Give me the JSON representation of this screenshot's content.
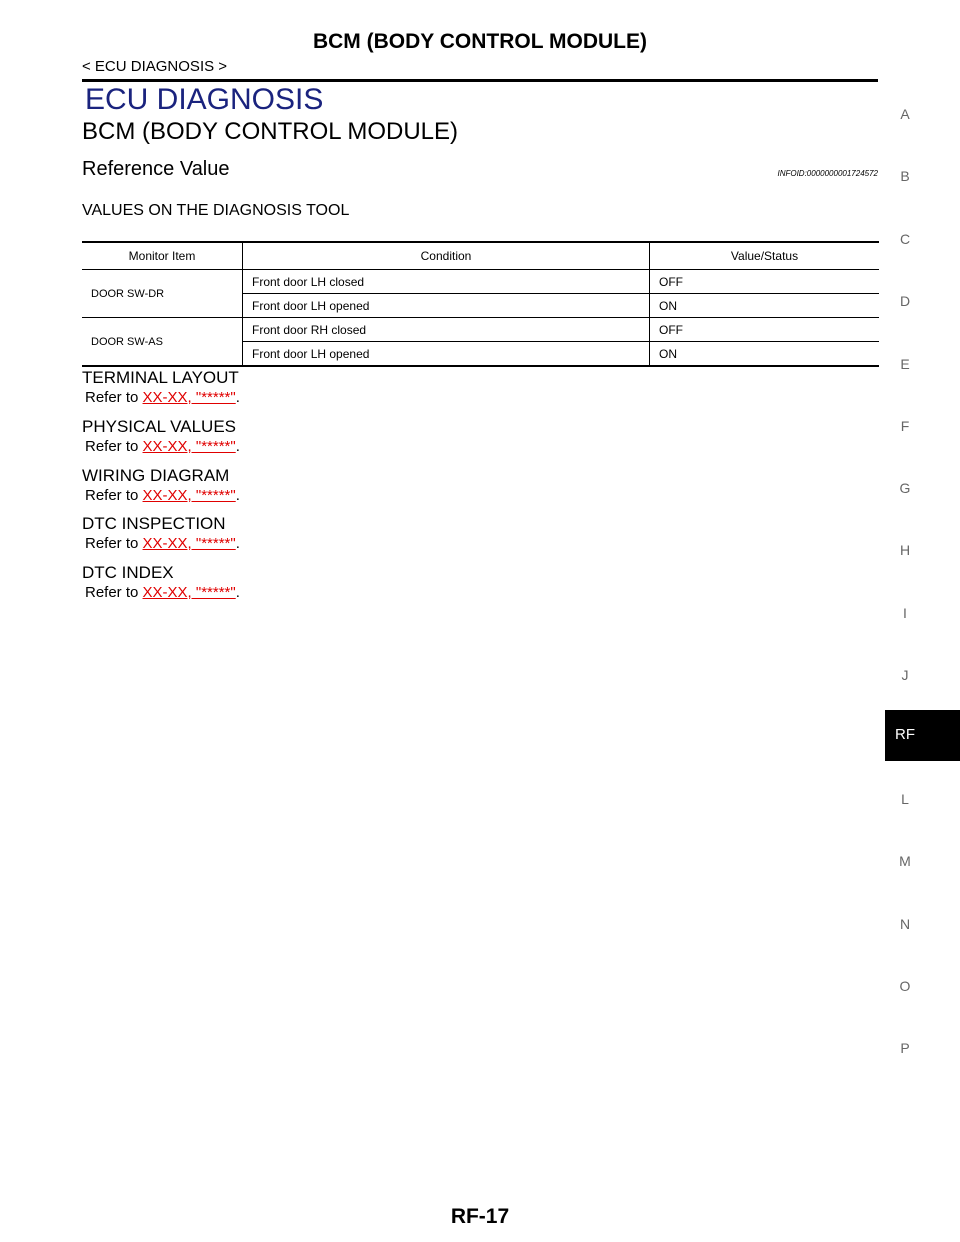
{
  "header": {
    "title": "BCM (BODY CONTROL MODULE)",
    "breadcrumb": "< ECU DIAGNOSIS >"
  },
  "section_title": "ECU DIAGNOSIS",
  "subsection_title": "BCM (BODY CONTROL MODULE)",
  "reference": {
    "heading": "Reference Value",
    "infoid": "INFOID:0000000001724572"
  },
  "tool_heading": "VALUES ON THE DIAGNOSIS TOOL",
  "table": {
    "headers": [
      "Monitor Item",
      "Condition",
      "Value/Status"
    ],
    "rows": [
      {
        "item": "DOOR SW-DR",
        "conditions": [
          {
            "condition": "Front door LH closed",
            "value": "OFF"
          },
          {
            "condition": "Front door LH opened",
            "value": "ON"
          }
        ]
      },
      {
        "item": "DOOR SW-AS",
        "conditions": [
          {
            "condition": "Front door RH closed",
            "value": "OFF"
          },
          {
            "condition": "Front door LH opened",
            "value": "ON"
          }
        ]
      }
    ]
  },
  "blocks": [
    {
      "title": "TERMINAL LAYOUT",
      "ref_prefix": "Refer to ",
      "link": "XX-XX, \"*****\"",
      "suffix": "."
    },
    {
      "title": "PHYSICAL VALUES",
      "ref_prefix": "Refer to ",
      "link": "XX-XX, \"*****\"",
      "suffix": "."
    },
    {
      "title": "WIRING DIAGRAM",
      "ref_prefix": "Refer to ",
      "link": "XX-XX, \"*****\"",
      "suffix": "."
    },
    {
      "title": "DTC INSPECTION",
      "ref_prefix": "Refer to ",
      "link": "XX-XX, \"*****\"",
      "suffix": "."
    },
    {
      "title": "DTC INDEX",
      "ref_prefix": "Refer to ",
      "link": "XX-XX, \"*****\"",
      "suffix": "."
    }
  ],
  "side_tabs": [
    "A",
    "B",
    "C",
    "D",
    "E",
    "F",
    "G",
    "H",
    "I",
    "J",
    "RF",
    "L",
    "M",
    "N",
    "O",
    "P"
  ],
  "active_tab": "RF",
  "page_number": "RF-17",
  "colors": {
    "section_title": "#1a237e",
    "link": "#e00000",
    "active_tab_bg": "#000000"
  }
}
